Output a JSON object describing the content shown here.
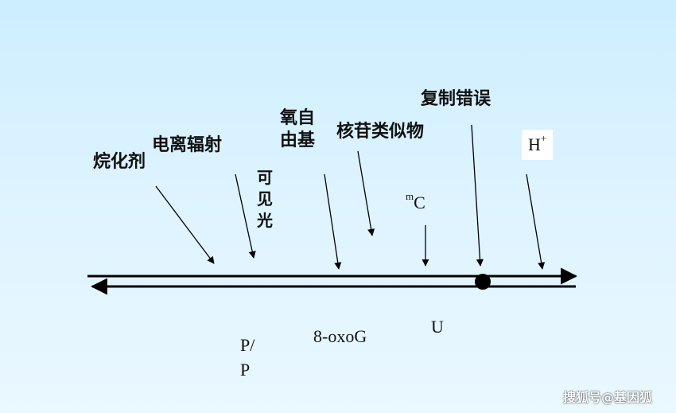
{
  "agents": {
    "alkylating": "烷化剂",
    "ionizing": "电离辐射",
    "visible_light": [
      "可",
      "见",
      "光"
    ],
    "free_radical": [
      "氧自",
      "由基"
    ],
    "nucleoside_analog": "核苷类似物",
    "replication_error": "复制错误",
    "proton": {
      "base": "H",
      "sup": "+"
    }
  },
  "lesions": {
    "methyl_c": {
      "sup": "m",
      "base": "C"
    },
    "pp": [
      "P/",
      "P"
    ],
    "oxog": "8-oxoG",
    "uracil": "U"
  },
  "watermark": "搜狐号@基因狐",
  "colors": {
    "line": "#000000",
    "background_top": "#cdeeff",
    "background_bottom": "#eaf8ff"
  }
}
